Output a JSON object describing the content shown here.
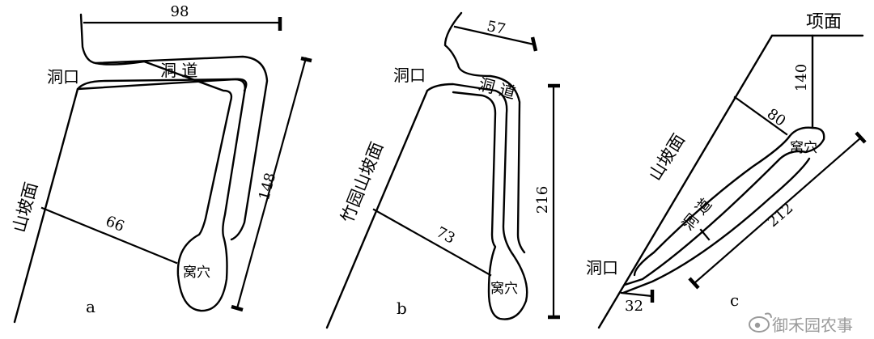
{
  "panel_a": {
    "label": "a",
    "dim_top": "98",
    "dim_right": "148",
    "dim_diag": "66",
    "slope": "山坡面",
    "entrance": "洞口",
    "tunnel": "洞 道",
    "nest": "窝穴"
  },
  "panel_b": {
    "label": "b",
    "dim_top": "57",
    "dim_right": "216",
    "dim_diag": "73",
    "slope": "竹园山坡面",
    "entrance": "洞口",
    "tunnel": "洞 道",
    "nest": "窝穴"
  },
  "panel_c": {
    "label": "c",
    "top_surface": "项面",
    "dim_top": "140",
    "dim_mid": "80",
    "dim_side": "212",
    "dim_bottom": "32",
    "slope": "山坡面",
    "entrance": "洞口",
    "tunnel": "洞 道",
    "nest": "窝穴"
  },
  "watermark": {
    "text": "御禾园农事",
    "icon": "weibo-logo-icon"
  }
}
